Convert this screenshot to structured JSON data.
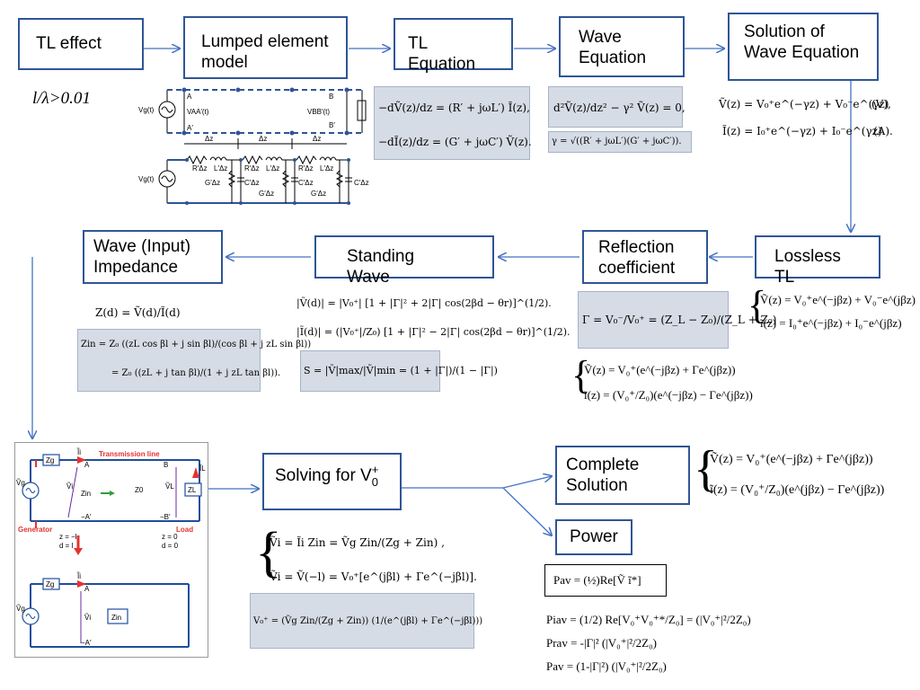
{
  "boxes": {
    "tl_effect": "TL effect",
    "lumped": "Lumped element model",
    "tl_equation": "TL Equation",
    "wave_equation": "Wave Equation",
    "solution": "Solution of Wave Equation",
    "lossless": "Lossless TL",
    "reflection": "Reflection coefficient",
    "standing": "Standing Wave",
    "impedance": "Wave (Input) Impedance",
    "solving": "Solving for V",
    "solving_sup": "+",
    "solving_sub": "0",
    "complete": "Complete Solution",
    "power": "Power"
  },
  "criterion": "l/λ>0.01",
  "equations": {
    "tl_eq_1": "−dṼ(z)/dz = (R′ + jωL′) Ĩ(z),",
    "tl_eq_2": "−dĨ(z)/dz = (G′ + jωC′) Ṽ(z).",
    "wave_eq": "d²Ṽ(z)/dz² − γ² Ṽ(z) = 0,",
    "gamma": "γ = √((R′ + jωL′)(G′ + jωC′)).",
    "sol_v": "Ṽ(z) = V₀⁺e^(−γz) + V₀⁻e^(γz)",
    "sol_v_tag": "(V),",
    "sol_i": "Ĩ(z) = I₀⁺e^(−γz) + I₀⁻e^(γz)",
    "sol_i_tag": "(A).",
    "lossless_v": "Ṽ(z) = V₀⁺e^(−jβz) + V₀⁻e^(jβz)",
    "lossless_i": "ĩ(z) = I₀⁺e^(−jβz) + I₀⁻e^(jβz)",
    "gamma_ratio": "Γ = V₀⁻/V₀⁺ = (Z_L − Z₀)/(Z_L + Z₀)",
    "refl_v": "Ṽ(z) = V₀⁺(e^(−jβz) + Γe^(jβz))",
    "refl_i": "ĩ(z) = (V₀⁺/Z₀)(e^(−jβz) − Γe^(jβz))",
    "sw_v": "|Ṽ(d)| = |V₀⁺| [1 + |Γ|² + 2|Γ| cos(2βd − θr)]^(1/2).",
    "sw_i": "|Ĩ(d)| = (|V₀⁺|/Z₀) [1 + |Γ|² − 2|Γ| cos(2βd − θr)]^(1/2).",
    "swr": "S = |Ṽ|max/|Ṽ|min = (1 + |Γ|)/(1 − |Γ|)",
    "z_d": "Z(d) = Ṽ(d)/Ĩ(d)",
    "z_in_1": "Zin = Z₀ ((zL cos βl + j sin βl)/(cos βl + j zL sin βl))",
    "z_in_2": "= Z₀ ((zL + j tan βl)/(1 + j zL tan βl)).",
    "vi_1": "Ṽi = Ĩi Zin = Ṽg Zin/(Zg + Zin) ,",
    "vi_2": "Ṽi = Ṽ(−l) = V₀⁺[e^(jβl) + Γe^(−jβl)].",
    "v0_plus": "V₀⁺ = (Ṽg Zin/(Zg + Zin)) (1/(e^(jβl) + Γe^(−jβl)))",
    "complete_v": "Ṽ(z) = V₀⁺(e^(−jβz) + Γe^(jβz))",
    "complete_i": "ĩ(z) = (V₀⁺/Z₀)(e^(jβz) − Γe^(jβz))",
    "p_av": "Pav = (½)Re[Ṽ ĩ*]",
    "p_inc": "Piav = (1/2) Re[V₀⁺V₀⁺*/Z₀] = (|V₀⁺|²/2Z₀)",
    "p_ref": "Prav = -|Γ|² (|V₀⁺|²/2Z₀)",
    "p_net": "Pav = (1-|Γ|²) (|V₀⁺|²/2Z₀)"
  },
  "circuit_top": {
    "source": "Vg(t)",
    "a": "A",
    "a_prime": "A′",
    "b": "B",
    "b_prime": "B′",
    "v_aa": "VAA′(t)",
    "v_bb": "VBB′(t)",
    "dz": "Δz"
  },
  "circuit_lumped": {
    "source": "Vg(t)",
    "r": "R′Δz",
    "l": "L′Δz",
    "g": "G′Δz",
    "c": "C′Δz"
  },
  "tline_figure": {
    "title": "Transmission line",
    "generator": "Generator",
    "load": "Load",
    "zg": "Zg",
    "zl": "ZL",
    "z0": "Z0",
    "zin": "Zin",
    "zin_label": "Zin",
    "a": "A",
    "a_prime": "−A′",
    "b": "B",
    "b_prime": "−B′",
    "vi": "Ṽi",
    "vl": "ṼL",
    "vg": "Ṽg",
    "ii": "Ĩi",
    "il": "ĨL",
    "z_left": "z = −l",
    "d_left": "d = l",
    "z_right": "z = 0",
    "d_right": "d = 0"
  },
  "colors": {
    "box_border": "#2f5597",
    "arrow": "#4472c4",
    "shade": "#d6dce5",
    "red": "#e3342f",
    "blue": "#1f4e9c"
  }
}
